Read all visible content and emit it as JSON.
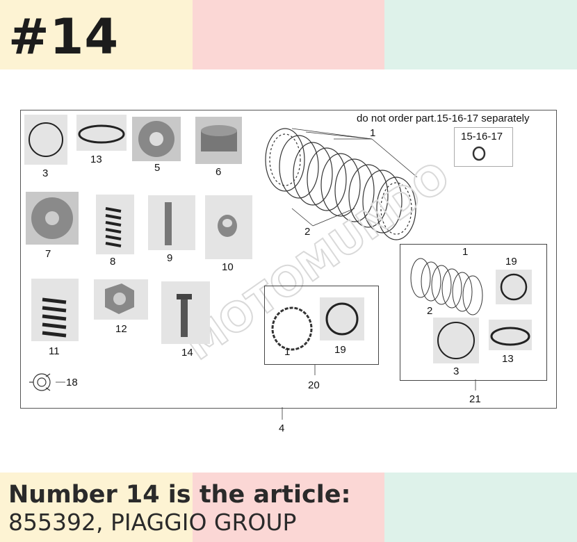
{
  "header": {
    "title": "#14",
    "band_colors": [
      "#fdf3d3",
      "#fbd7d5",
      "#def2ea"
    ]
  },
  "diagram": {
    "note": "do not order part.15-16-17 separately",
    "watermark": "MOTOMUNDO",
    "labels": {
      "p3": "3",
      "p13": "13",
      "p5": "5",
      "p6": "6",
      "p7": "7",
      "p8": "8",
      "p9": "9",
      "p10": "10",
      "p11": "11",
      "p12": "12",
      "p14": "14",
      "p18": "18",
      "p1_main": "1",
      "p2_main": "2",
      "p15_16_17": "15-16-17",
      "kit20_p1": "1",
      "kit20_p19": "19",
      "kit20": "20",
      "kit21_p1": "1",
      "kit21_p2": "2",
      "kit21_p19": "19",
      "kit21_p3": "3",
      "kit21_p13": "13",
      "kit21": "21",
      "assembly": "4"
    }
  },
  "footer": {
    "line1": "Number 14 is the article:",
    "line2": "855392, PIAGGIO GROUP"
  }
}
